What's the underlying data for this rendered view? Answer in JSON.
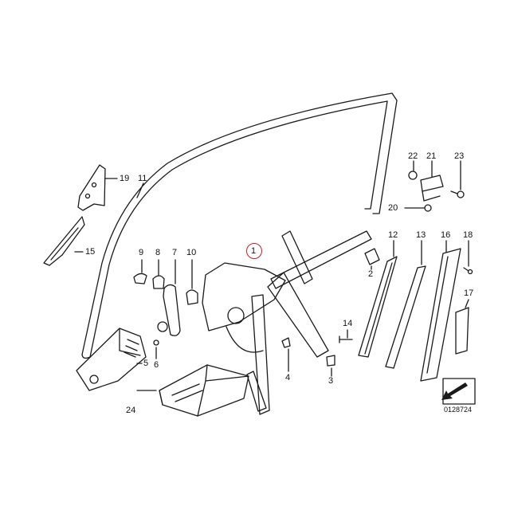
{
  "diagram": {
    "highlight_color": "#d0201c",
    "line_color": "#1a1a1a",
    "callouts": {
      "c1": "1",
      "c2": "2",
      "c3": "3",
      "c4": "4",
      "c5": "5",
      "c6": "6",
      "c7": "7",
      "c8": "8",
      "c9": "9",
      "c10": "10",
      "c11": "11",
      "c12": "12",
      "c13": "13",
      "c14": "14",
      "c15": "15",
      "c16": "16",
      "c17": "17",
      "c18": "18",
      "c19": "19",
      "c20": "20",
      "c21": "21",
      "c22": "22",
      "c23": "23",
      "c24": "24"
    },
    "diagram_code": "0128724"
  }
}
